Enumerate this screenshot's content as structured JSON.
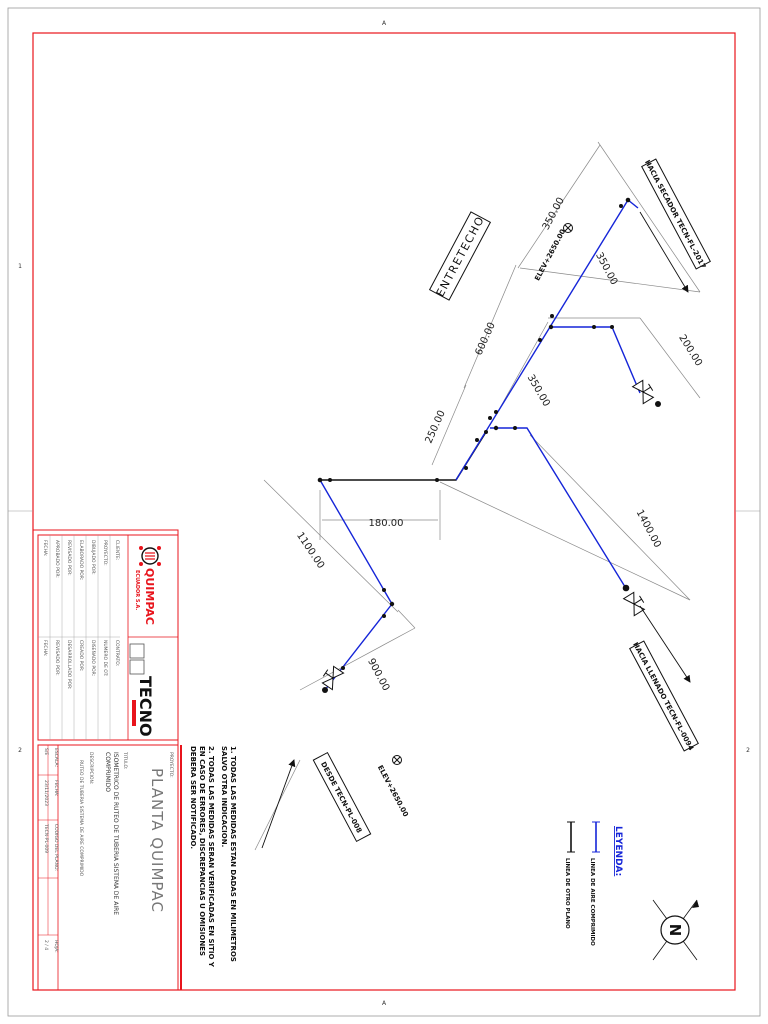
{
  "drawing": {
    "zone_markers": {
      "top": "A",
      "bottom": "A",
      "left_upper": "1",
      "left_lower": "2",
      "right_lower": "2"
    },
    "area_label": "ENTRETECHO",
    "connections": {
      "to_dryer": "HACIA SECADOR TECN-FL-2017",
      "to_filler": "HACIA LLENADO TECN-FL-0094",
      "from_tecn": "DESDE TECN-PL-008"
    },
    "elevations": {
      "elevation_top": "ELEV+2650.00",
      "elevation_bottom": "ELEV+2650.00"
    },
    "dimensions": {
      "d1": "350.00",
      "d2": "350.00",
      "d3": "600.00",
      "d4": "200.00",
      "d5": "350.00",
      "d6": "250.00",
      "d7": "180.00",
      "d8": "1400.00",
      "d9": "1100.00",
      "d10": "900.00"
    },
    "notes": [
      "1.  TODAS LAS MEDIDAS ESTAN DADAS EN MILIMETROS",
      "     SALVO OTRA INDICACION.",
      "2.  TODAS LAS MEDIDAS SERAN VERIFICADAS EN SITIO Y",
      "     EN CASO DE ERRORES, DISCREPANCIAS U OMISIONES",
      "     DEBERA SER NOTIFICADO."
    ],
    "legend": {
      "title": "LEYENDA:",
      "items": [
        "LINEA DE AIRE COMPRIMIDO",
        "LINEA DE OTRO PLANO"
      ]
    },
    "north_label": "N",
    "colors": {
      "frame": "#e8141c",
      "air_line": "#1525d8",
      "other_line": "#111111",
      "dimension": "#888888"
    }
  },
  "title_block": {
    "company_logo": "QUIMPAC",
    "company_logo_sub": "ECUADOR S.A.",
    "contractor_logo": "TECNO",
    "info_rows": [
      [
        "CLIENTE:",
        "CONTRATO:"
      ],
      [
        "PROYECTO:",
        "NUMERO DE OT:"
      ],
      [
        "DIBUJADO POR:",
        "DISEÑADO POR:"
      ],
      [
        "ELABORADO POR:",
        "CREADO POR:"
      ],
      [
        "REVISADO POR:",
        "DESARROLLADO POR:"
      ],
      [
        "APROBADO POR:",
        "REVISADO POR:"
      ],
      [
        "FECHA:",
        "FECHA:"
      ]
    ],
    "project_caption": "PROYECTO:",
    "project": "PLANTA QUIMPAC",
    "title_caption": "TITULO:",
    "title_line1": "ISOMETRICO DE RUTEO DE TUBERIA SISTEMA DE AIRE",
    "title_line2": "COMPRIMIDO",
    "description_caption": "DESCRIPCION:",
    "description": "RUTEO DE TUBERIA SISTEMA DE AIRE COMPRIMIDO",
    "scale_caption": "ESCALA:",
    "scale": "S/E",
    "date_caption": "FECHA:",
    "date": "23/11/2023",
    "code_caption": "CODIGO DEL PLANO:",
    "code": "TECN-PL-009",
    "sheet_caption": "HOJA:",
    "sheet": "2 / 4"
  }
}
